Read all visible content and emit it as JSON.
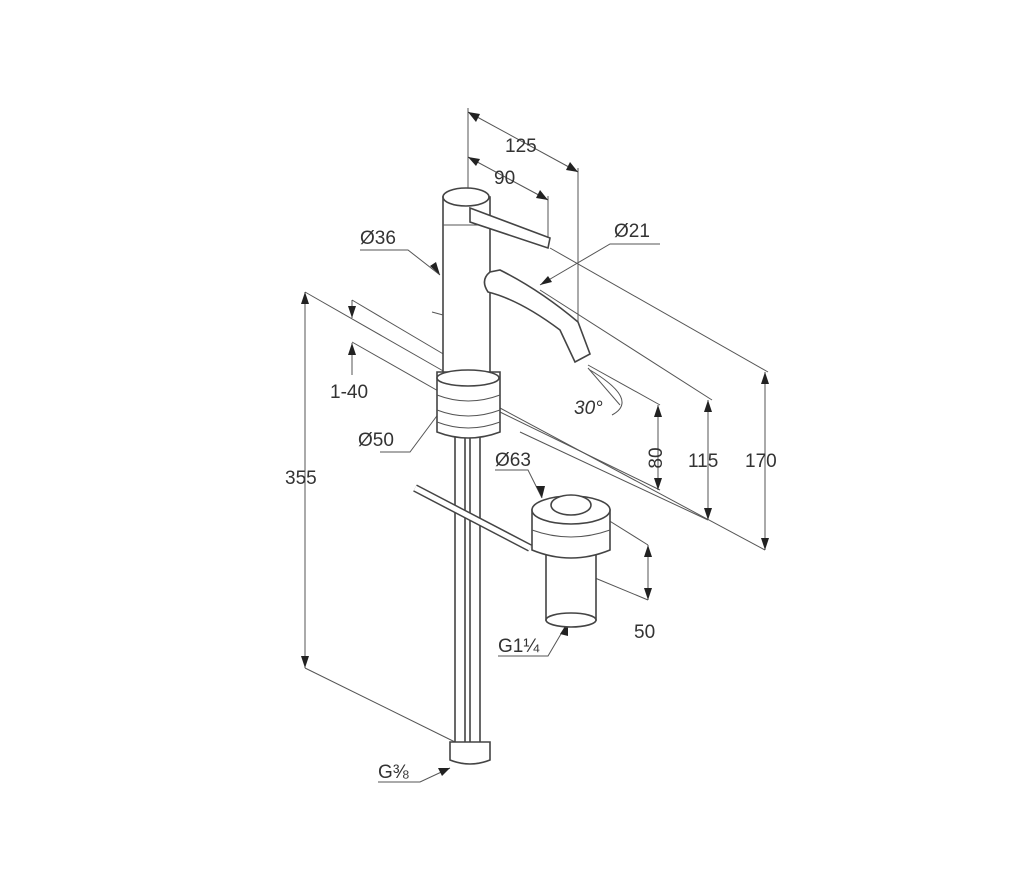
{
  "drawing": {
    "title": "Bidet mixer dimension drawing",
    "dimensions": {
      "handle_reach": "125",
      "lever_reach": "90",
      "body_diameter": "Ø36",
      "spout_diameter": "Ø21",
      "deck_thickness": "1-40",
      "base_diameter": "Ø50",
      "spout_angle": "30°",
      "spout_height": "80",
      "lever_height": "115",
      "total_height": "170",
      "hose_length": "355",
      "waste_diameter": "Ø63",
      "waste_height": "50",
      "waste_thread": "G1¼",
      "hose_thread": "G⅜"
    }
  }
}
